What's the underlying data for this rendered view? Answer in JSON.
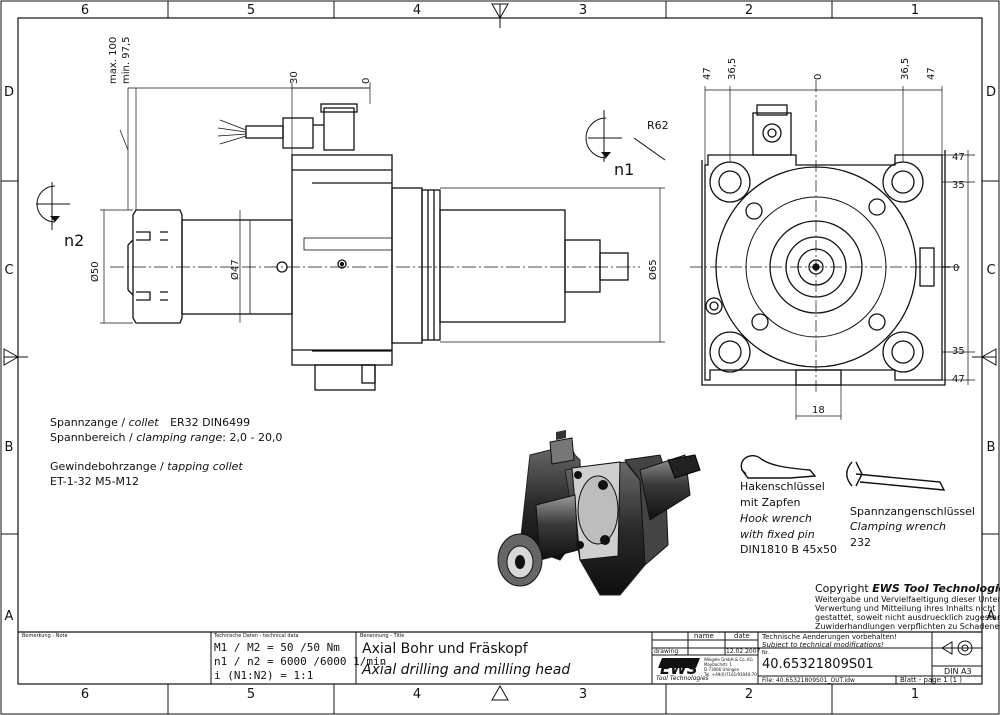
{
  "border": {
    "columns": [
      "6",
      "5",
      "4",
      "3",
      "2",
      "1"
    ],
    "rows": [
      "D",
      "C",
      "B",
      "A"
    ]
  },
  "dims": {
    "max": "max. 100",
    "min": "min. 97,5",
    "d30": "30",
    "zero_top": "0",
    "d50": "Ø50",
    "d47": "Ø47",
    "d65": "Ø65",
    "n1": "n1",
    "n2": "n2",
    "r62": "R62",
    "top_47a": "47",
    "top_365a": "36,5",
    "top_0": "0",
    "top_365b": "36,5",
    "top_47b": "47",
    "right_47a": "47",
    "right_35a": "35",
    "right_0": "0",
    "right_35b": "35",
    "right_47b": "47",
    "bottom_18": "18"
  },
  "notes": {
    "collet_de": "Spannzange /",
    "collet_en": "collet",
    "collet_spec": "ER32   DIN6499",
    "range_de": "Spannbereich /",
    "range_en": "clamping range",
    "range_val": ": 2,0 - 20,0",
    "tap_de": "Gewindebohrzange /",
    "tap_en": "tapping collet",
    "tap_val": "ET-1-32   M5-M12"
  },
  "hook": {
    "line1": "Hakenschlüssel",
    "line2": "mit Zapfen",
    "line3": "Hook wrench",
    "line4": "with fixed pin",
    "line5": "DIN1810 B 45x50"
  },
  "clamp": {
    "line1": "Spannzangenschlüssel",
    "line2": "Clamping wrench",
    "line3": "232"
  },
  "copyright": {
    "line1a": "Copyright ",
    "line1b": "EWS Tool Technologies",
    "l2": "Weitergabe und Vervielfaeltigung dieser Unterlage,",
    "l3": "Verwertung und Mitteilung ihres Inhalts nicht",
    "l4": "gestattet, soweit nicht ausdruecklich zugestanden.",
    "l5": "Zuwiderhandlungen verpflichten zu Schadenersatz."
  },
  "title_block": {
    "remarks_label": "Bemerkung - Note",
    "tech_label": "Technische Daten - technical data",
    "m_line": "M1 / M2 = 50  /50  Nm",
    "n_line": "n1 / n2 = 6000 /6000  1/min",
    "i_line": "i   (N1:N2)  = 1:1",
    "title_label": "Benennung - Title",
    "title_de": "Axial Bohr und Fräskopf",
    "title_en": "Axial drilling and milling head",
    "col_name": "name",
    "col_date": "date",
    "drawing_label": "drawing",
    "date_value": "12.02.2007",
    "logo": "EWS",
    "logo_sub": "Tool Technologies",
    "company1": "Weigele GmbH & Co. KG",
    "company2": "Maybachstr. 1",
    "company3": "D-73066 Uhingen",
    "company4": "Tel. +49(0)7161/93040-70",
    "change_de": "Technische Aenderungen vorbehalten!",
    "change_en": "Subject to technical modifications!",
    "nr_label": "Nr.",
    "number": "40.65321809S01",
    "file": "File: 40.65321809S01_OUT.idw",
    "din": "DIN A3",
    "sheet": "Blatt - page  1 (1 )"
  }
}
